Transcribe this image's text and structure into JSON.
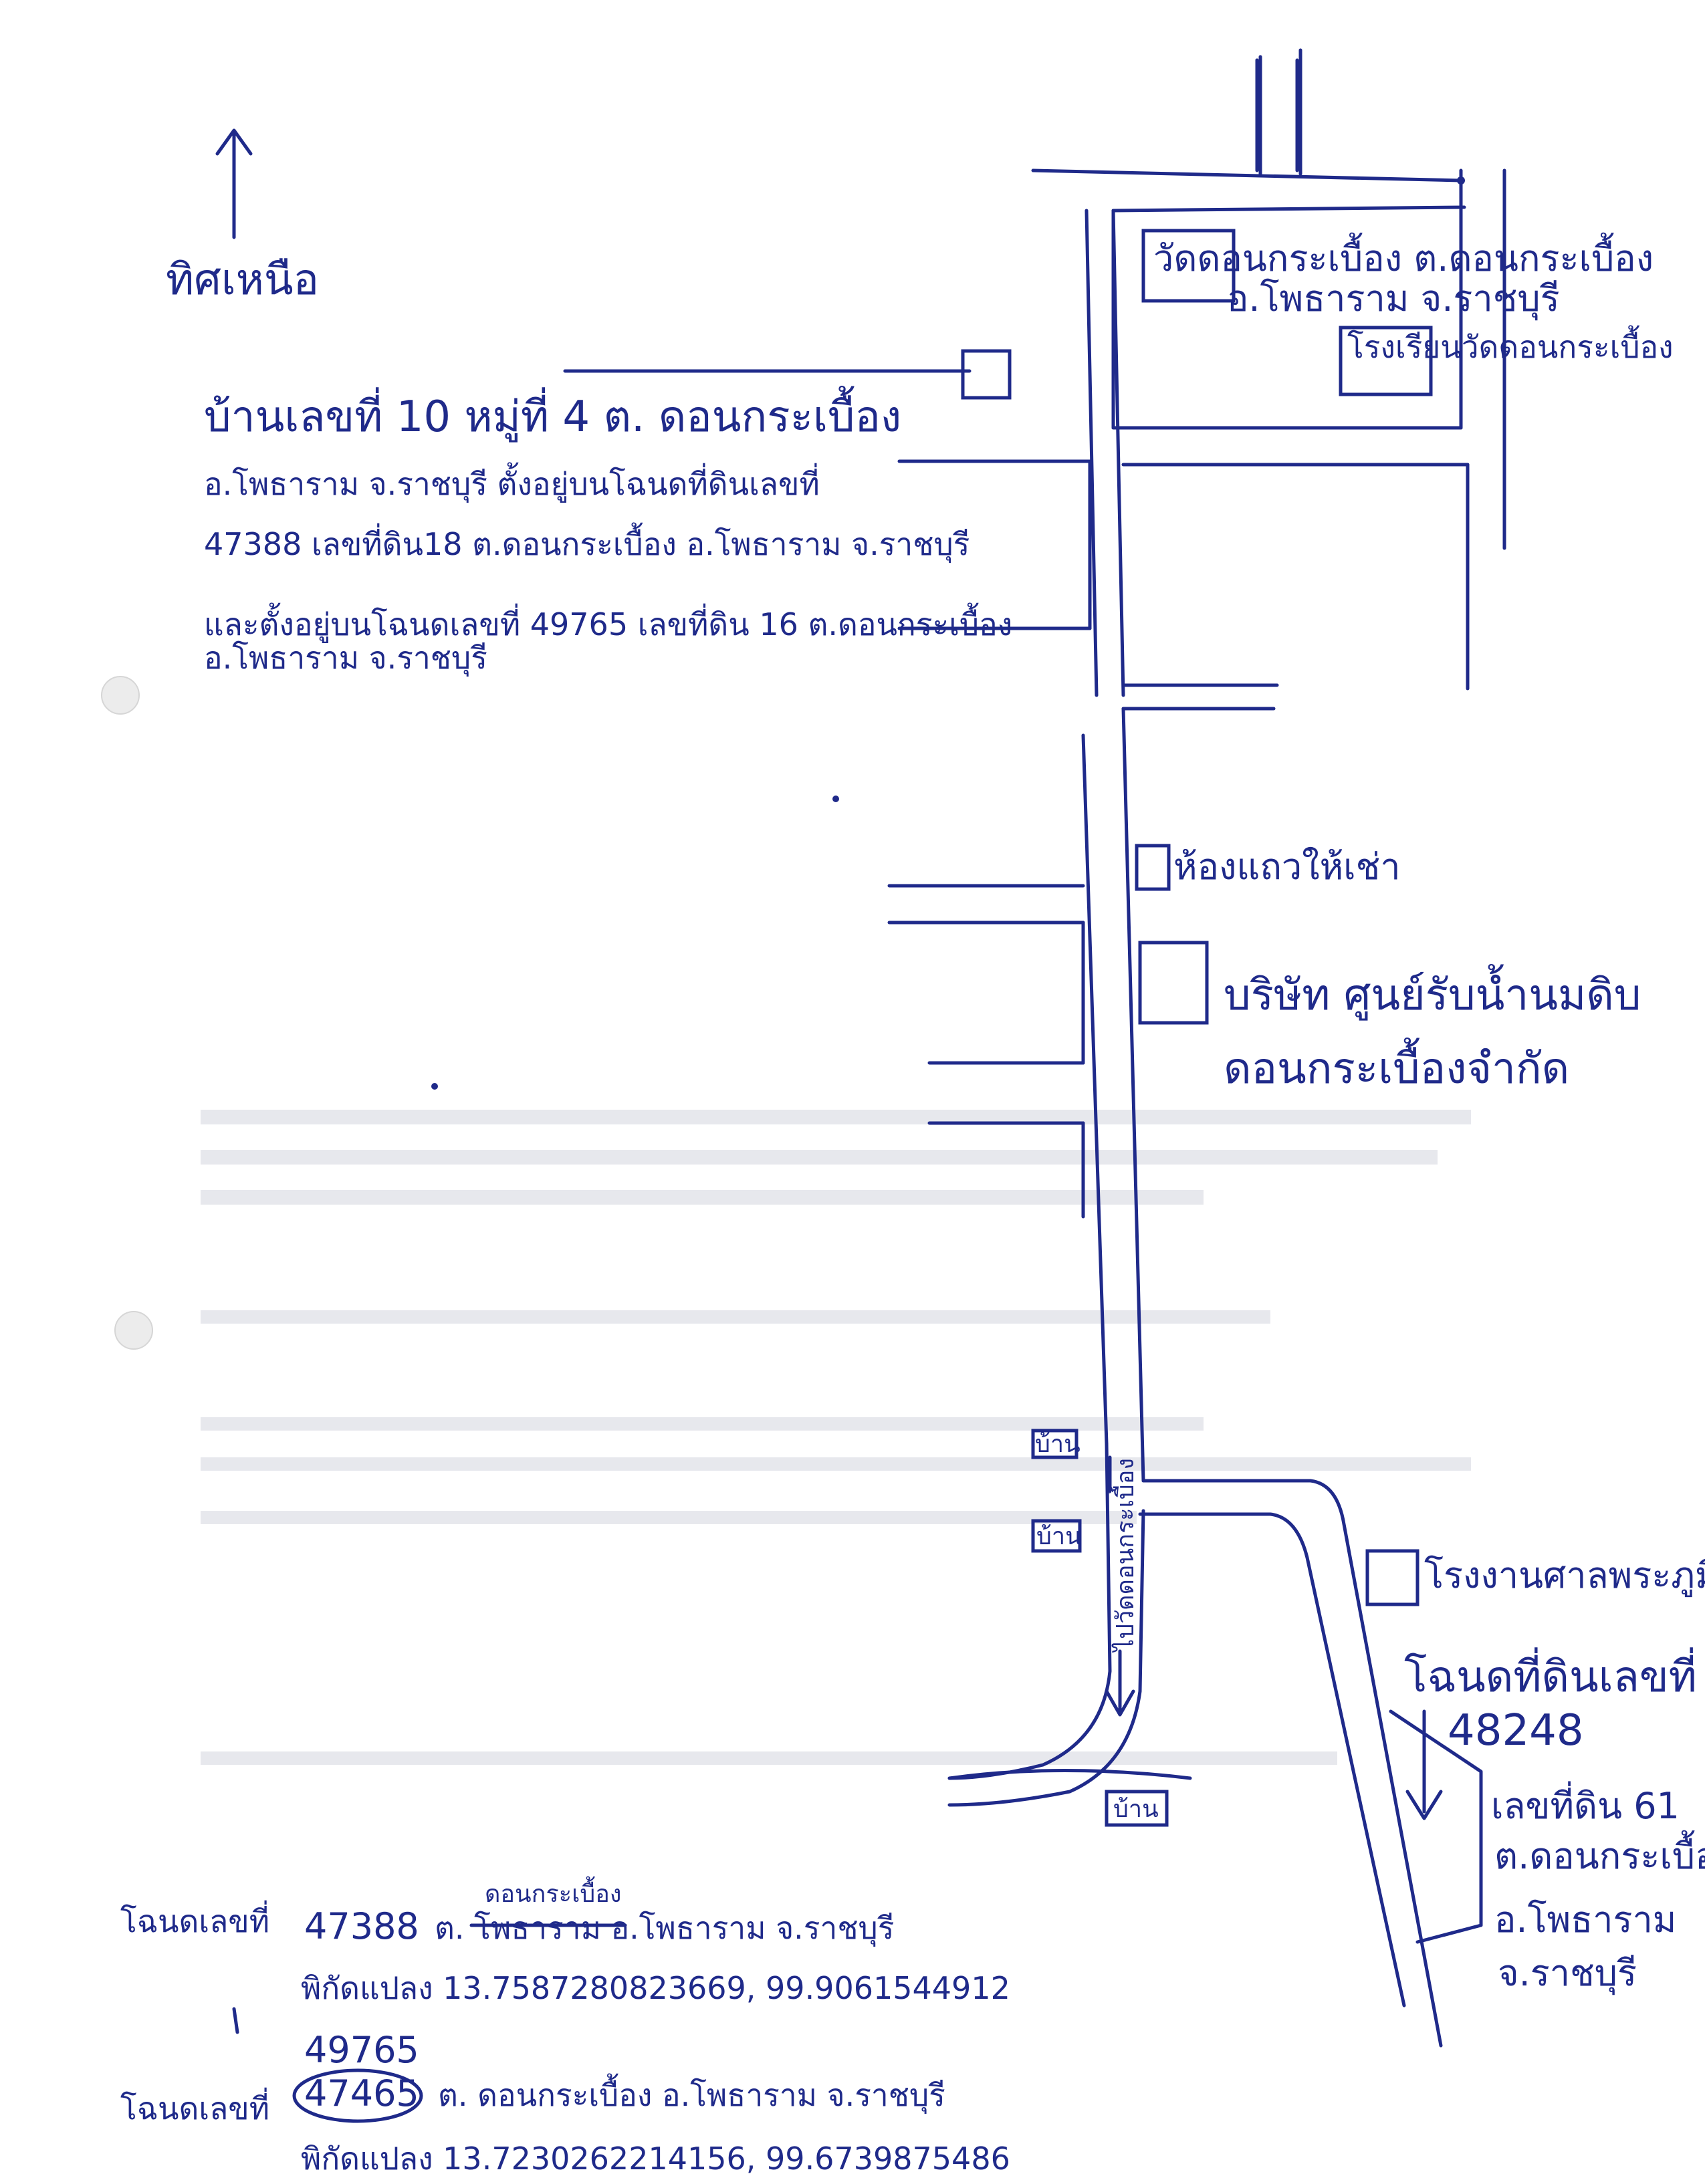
{
  "north": {
    "label": "ทิศเหนือ"
  },
  "property_note": [
    "บ้านเลขที่ 10 หมู่ที่ 4 ต. ดอนกระเบื้อง",
    "อ.โพธาราม จ.ราชบุรี ตั้งอยู่บนโฉนดที่ดินเลขที่",
    "47388 เลขที่ดิน18 ต.ดอนกระเบื้อง อ.โพธาราม จ.ราชบุรี",
    "และตั้งอยู่บนโฉนดเลขที่ 49765 เลขที่ดิน 16 ต.ดอนกระเบื้อง",
    "อ.โพธาราม จ.ราชบุรี"
  ],
  "landmarks": {
    "temple": [
      "วัดดอนกระเบื้อง ต.ดอนกระเบื้อง",
      "อ.โพธาราม จ.ราชบุรี"
    ],
    "school": "โรงเรียนวัดดอนกระเบื้อง",
    "rental_room": "ห้องแถวให้เช่า",
    "milk_center": [
      "บริษัท ศูนย์รับน้ำนมดิบ",
      "ดอนกระเบื้องจำกัด"
    ],
    "shrine_factory": "โรงงานศาลพระภูมิ",
    "house": "บ้าน",
    "road_label": "ไปวัดดอนกระเบื้อง"
  },
  "deed_right": [
    "โฉนดที่ดินเลขที่",
    "48248",
    "เลขที่ดิน 61",
    "ต.ดอนกระเบื้อง",
    "อ.โพธาราม",
    "จ.ราชบุรี"
  ],
  "deed_bottom": {
    "line1_prefix": "โฉนดเลขที่",
    "line1_number": "47388",
    "line1_above": "ดอนกระเบื้อง",
    "line1_rest": "ต. โพธาราม อ.โพธาราม จ.ราชบุรี",
    "line2": "พิกัดแปลง 13.7587280823669, 99.9061544912",
    "line3_number": "49765",
    "line4_prefix": "โฉนดเลขที่",
    "line4_crossed": "47465",
    "line4_rest": "ต. ดอนกระเบื้อง อ.โพธาราม จ.ราชบุรี",
    "line5": "พิกัดแปลง 13.7230262214156, 99.6739875486"
  },
  "colors": {
    "ink": "#1f2a8a",
    "paper": "#ffffff"
  }
}
